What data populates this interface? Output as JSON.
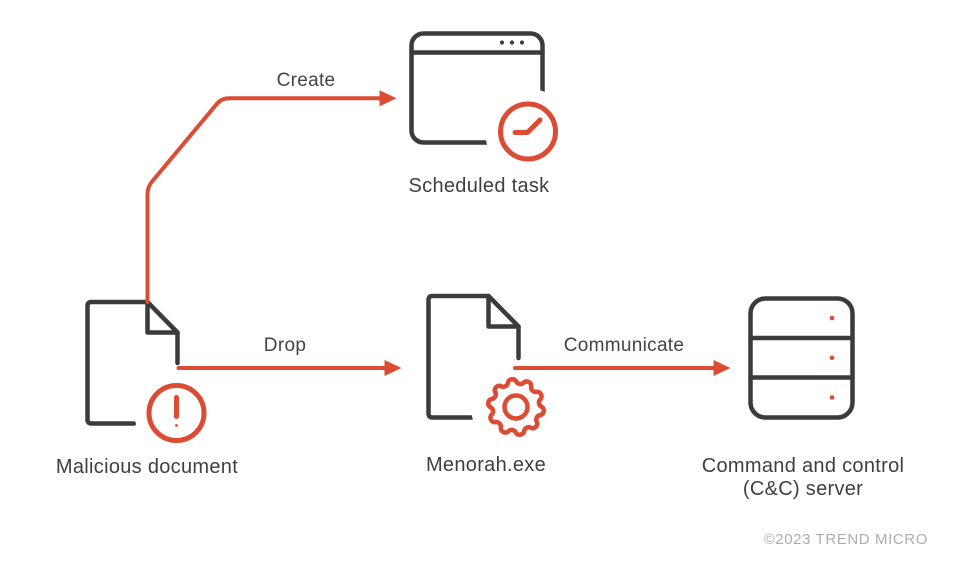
{
  "diagram": {
    "type": "flow-diagram",
    "footer": "©2023 TREND MICRO",
    "nodes": [
      {
        "id": "malicious-document",
        "label": "Malicious document",
        "icon": "document-alert-icon"
      },
      {
        "id": "scheduled-task",
        "label": "Scheduled task",
        "icon": "browser-window-clock-icon"
      },
      {
        "id": "menorah-exe",
        "label": "Menorah.exe",
        "icon": "document-gear-icon"
      },
      {
        "id": "cc-server",
        "label": "Command and control (C&C) server",
        "label_line1": "Command and control",
        "label_line2": "(C&C) server",
        "icon": "server-icon"
      }
    ],
    "edges": [
      {
        "from": "malicious-document",
        "to": "scheduled-task",
        "label": "Create"
      },
      {
        "from": "malicious-document",
        "to": "menorah-exe",
        "label": "Drop"
      },
      {
        "from": "menorah-exe",
        "to": "cc-server",
        "label": "Communicate"
      }
    ],
    "colors": {
      "accent_red": "#DC4B33",
      "icon_dark": "#3B3B3B",
      "label_text": "#3F3F3F",
      "footer_gray": "#ADADAD",
      "background": "#FFFFFF"
    }
  }
}
